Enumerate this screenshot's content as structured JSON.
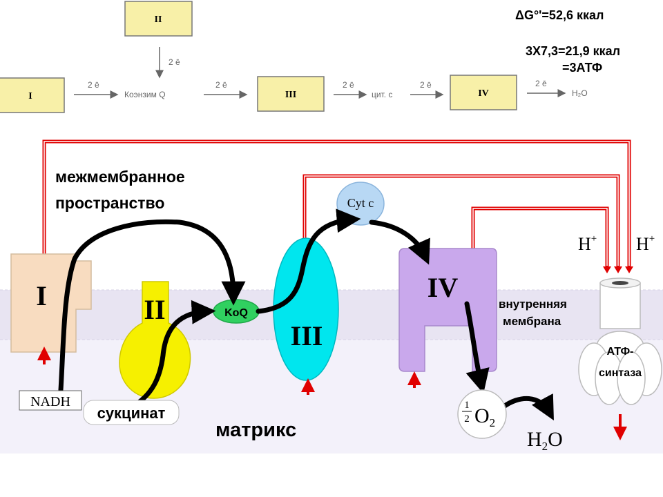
{
  "top_chain": {
    "box_I": "I",
    "box_II": "II",
    "box_III": "III",
    "box_IV": "IV",
    "coenzyme_q": "Коэнзим Q",
    "cyt_c": "цит. с",
    "h2o": "H₂O",
    "two_e": "2 ē"
  },
  "energy": {
    "delta_g": "ΔG°'=52,6  ккал",
    "atp_calc": "3X7,3=21,9 ккал",
    "atp_eq": "=3АТФ"
  },
  "labels": {
    "intermembrane_1": "межмембранное",
    "intermembrane_2": "пространство",
    "inner_membrane_1": "внутренняя",
    "inner_membrane_2": "мембрана",
    "matrix": "матрикс",
    "atp_synthase_1": "АТФ-",
    "atp_synthase_2": "синтаза"
  },
  "complexes": {
    "I": "I",
    "II": "II",
    "III": "III",
    "IV": "IV",
    "koq": "KoQ",
    "cytc": "Cyt c"
  },
  "substrates": {
    "nadh": "NADH",
    "succinate": "сукцинат",
    "o2_num": "1",
    "o2_den": "2",
    "o2": "O",
    "o2_sub": "2",
    "h2o": "H",
    "h2o_sub": "2",
    "h2o_o": "O",
    "h_plus_1": "H",
    "h_plus_2": "H",
    "plus": "+"
  },
  "colors": {
    "membrane": "#e8e4f2",
    "complex_I": "#f8dcc0",
    "complex_II": "#f6f000",
    "complex_III": "#00e6ee",
    "complex_IV": "#c9a8ec",
    "koq": "#30d060",
    "cytc": "#b8d8f4",
    "chain_box": "#f8f0a8",
    "proton_line": "#e00000"
  }
}
